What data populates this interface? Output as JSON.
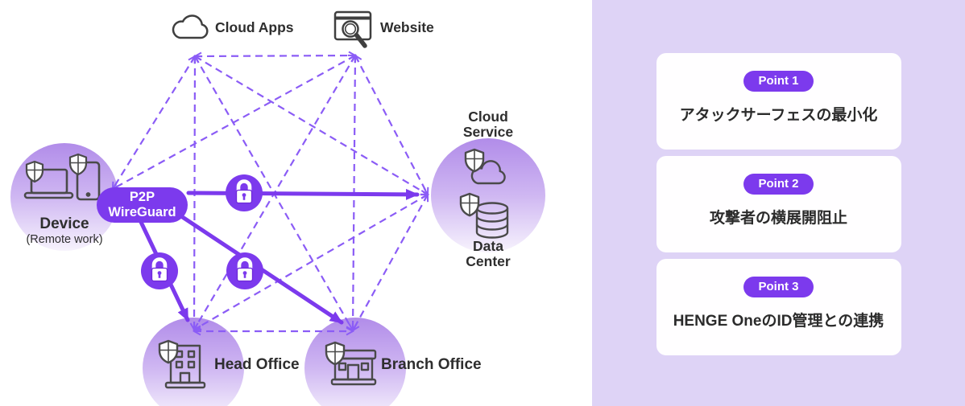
{
  "diagram": {
    "cloud_apps_label": "Cloud Apps",
    "website_label": "Website",
    "device_label": "Device",
    "device_sublabel": "(Remote work)",
    "cloud_service_label": "Cloud Service",
    "data_center_label": "Data Center",
    "head_office_label": "Head Office",
    "branch_office_label": "Branch Office",
    "tunnel_label": "P2P WireGuard",
    "icons": [
      "cloud-icon",
      "website-browser-search-icon",
      "shielded-laptop-icon",
      "shielded-phone-icon",
      "shielded-cloud-icon",
      "shielded-database-icon",
      "shielded-building-icon",
      "shielded-store-icon",
      "padlock-icon"
    ]
  },
  "panel": {
    "points": [
      {
        "badge": "Point 1",
        "title": "アタックサーフェスの最小化"
      },
      {
        "badge": "Point 2",
        "title": "攻撃者の横展開阻止"
      },
      {
        "badge": "Point 3",
        "title": "HENGE OneのID管理との連携"
      }
    ]
  },
  "colors": {
    "solid_line": "#7c3aed",
    "dashed_line": "#8b5cf6",
    "tunnel_pill": "#7c3aed",
    "point_badge": "#7c3aed",
    "panel_bg": "#ded3f6",
    "card_bg": "#fffeff",
    "node_circle_top": "#b18ce9",
    "icon_stroke": "#3f3f3f",
    "text": "#2e2e2e"
  }
}
